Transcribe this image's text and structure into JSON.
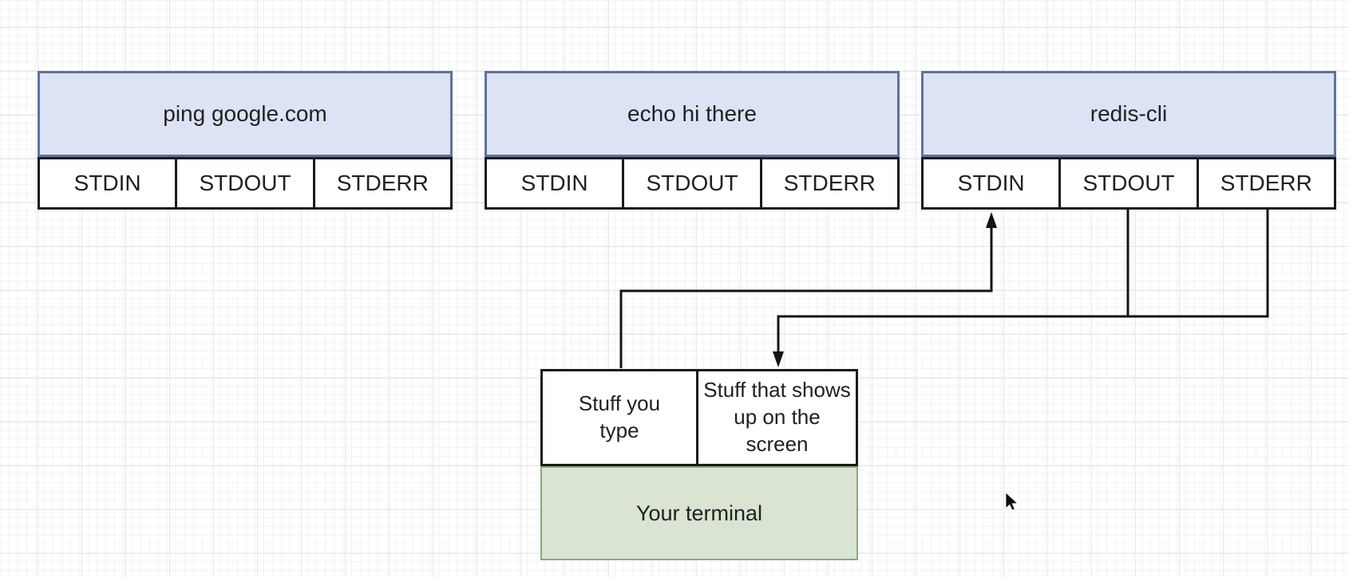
{
  "diagram": {
    "processes": [
      {
        "name": "ping google.com",
        "streams": [
          "STDIN",
          "STDOUT",
          "STDERR"
        ]
      },
      {
        "name": "echo hi there",
        "streams": [
          "STDIN",
          "STDOUT",
          "STDERR"
        ]
      },
      {
        "name": "redis-cli",
        "streams": [
          "STDIN",
          "STDOUT",
          "STDERR"
        ]
      }
    ],
    "terminal": {
      "input_cell": "Stuff you type",
      "output_cell": "Stuff that shows up on the screen",
      "label": "Your terminal"
    },
    "edges": [
      {
        "from": "Your terminal / Stuff you type",
        "to": "redis-cli STDIN",
        "arrow": "into STDIN"
      },
      {
        "from": "redis-cli STDOUT",
        "to": "Your terminal / Stuff that shows up on the screen",
        "arrow": "into terminal"
      },
      {
        "from": "redis-cli STDERR",
        "to": "Your terminal / Stuff that shows up on the screen",
        "arrow": "into terminal"
      }
    ],
    "icons": {
      "mouse_cursor": "arrow-pointer-icon"
    },
    "colors": {
      "process_header_fill": "#dce3f5",
      "process_header_stroke": "#5f729c",
      "cell_stroke": "#1a1a1a",
      "terminal_fill": "#d9e4d2",
      "terminal_stroke": "#8aa878",
      "connector": "#141414"
    }
  }
}
